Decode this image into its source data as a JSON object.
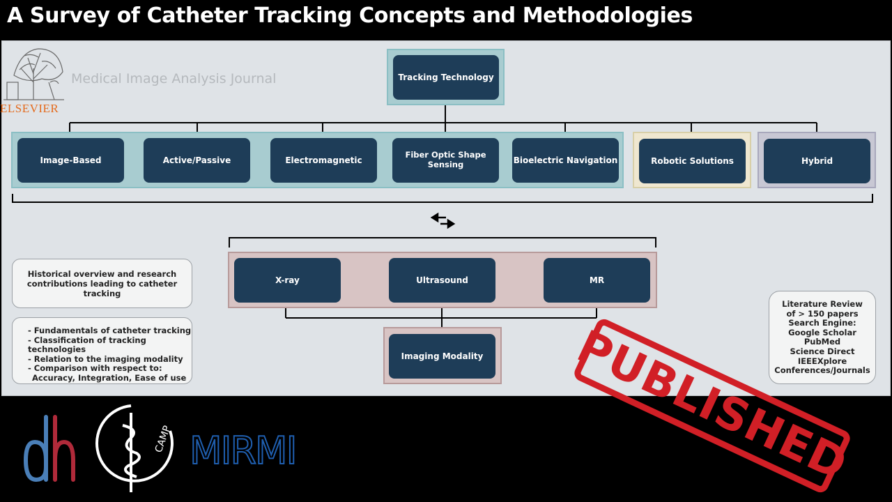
{
  "title": "A Survey of Catheter Tracking Concepts and Methodologies",
  "publisher": {
    "name": "ELSEVIER",
    "journal": "Medical Image Analysis Journal"
  },
  "diagram": {
    "root": "Tracking Technology",
    "technologies": [
      "Image-Based",
      "Active/Passive",
      "Electromagnetic",
      "Fiber Optic Shape Sensing",
      "Bioelectric Navigation"
    ],
    "robotic": "Robotic Solutions",
    "hybrid": "Hybrid",
    "modalities": [
      "X-ray",
      "Ultrasound",
      "MR"
    ],
    "modality_root": "Imaging Modality",
    "arrow_symbol": "⇆"
  },
  "info": {
    "history": "Historical overview and research contributions leading to catheter tracking",
    "bullets": [
      "- Fundamentals of catheter tracking",
      "- Classification of tracking technologies",
      "- Relation to the imaging modality",
      "- Comparison with respect to:",
      "Accuracy, Integration, Ease of use"
    ],
    "literature": [
      "Literature Review",
      "of > 150 papers",
      "Search Engine:",
      "Google Scholar",
      "PubMed",
      "Science Direct",
      "IEEEXplore",
      "Conferences/Journals"
    ]
  },
  "stamp": "PUBLISHED",
  "logos": {
    "mirmi": "MIRMI",
    "camp": "CAMP"
  },
  "colors": {
    "node": "#1e3d58",
    "teal_group": "#a8ccd0",
    "stamp": "#d11f26",
    "elsevier": "#e46a1c",
    "mirmi": "#1f5fb0"
  }
}
